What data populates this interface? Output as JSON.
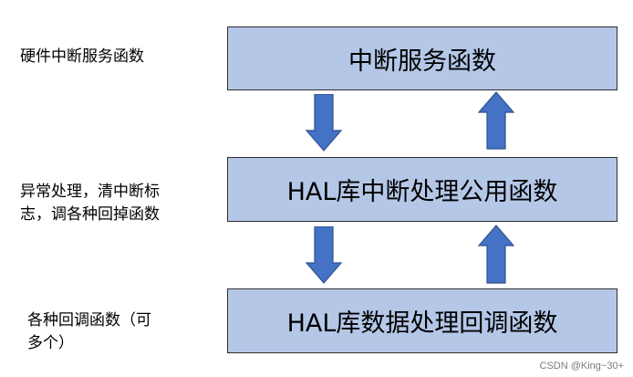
{
  "labels": {
    "hardware_isr": "硬件中断服务函数",
    "exception_handling": "异常处理，清中断标\n志，调各种回掉函数",
    "callbacks": "各种回调函数（可\n多个）"
  },
  "boxes": {
    "isr": "中断服务函数",
    "hal_common": "HAL库中断处理公用函数",
    "hal_callback": "HAL库数据处理回调函数"
  },
  "colors": {
    "box_fill": "#b4c7e7",
    "arrow_fill": "#4472c4",
    "arrow_stroke": "#2f528f"
  },
  "arrows": {
    "down_icon": "arrow-down-icon",
    "up_icon": "arrow-up-icon"
  },
  "watermark": "CSDN @King~30+"
}
